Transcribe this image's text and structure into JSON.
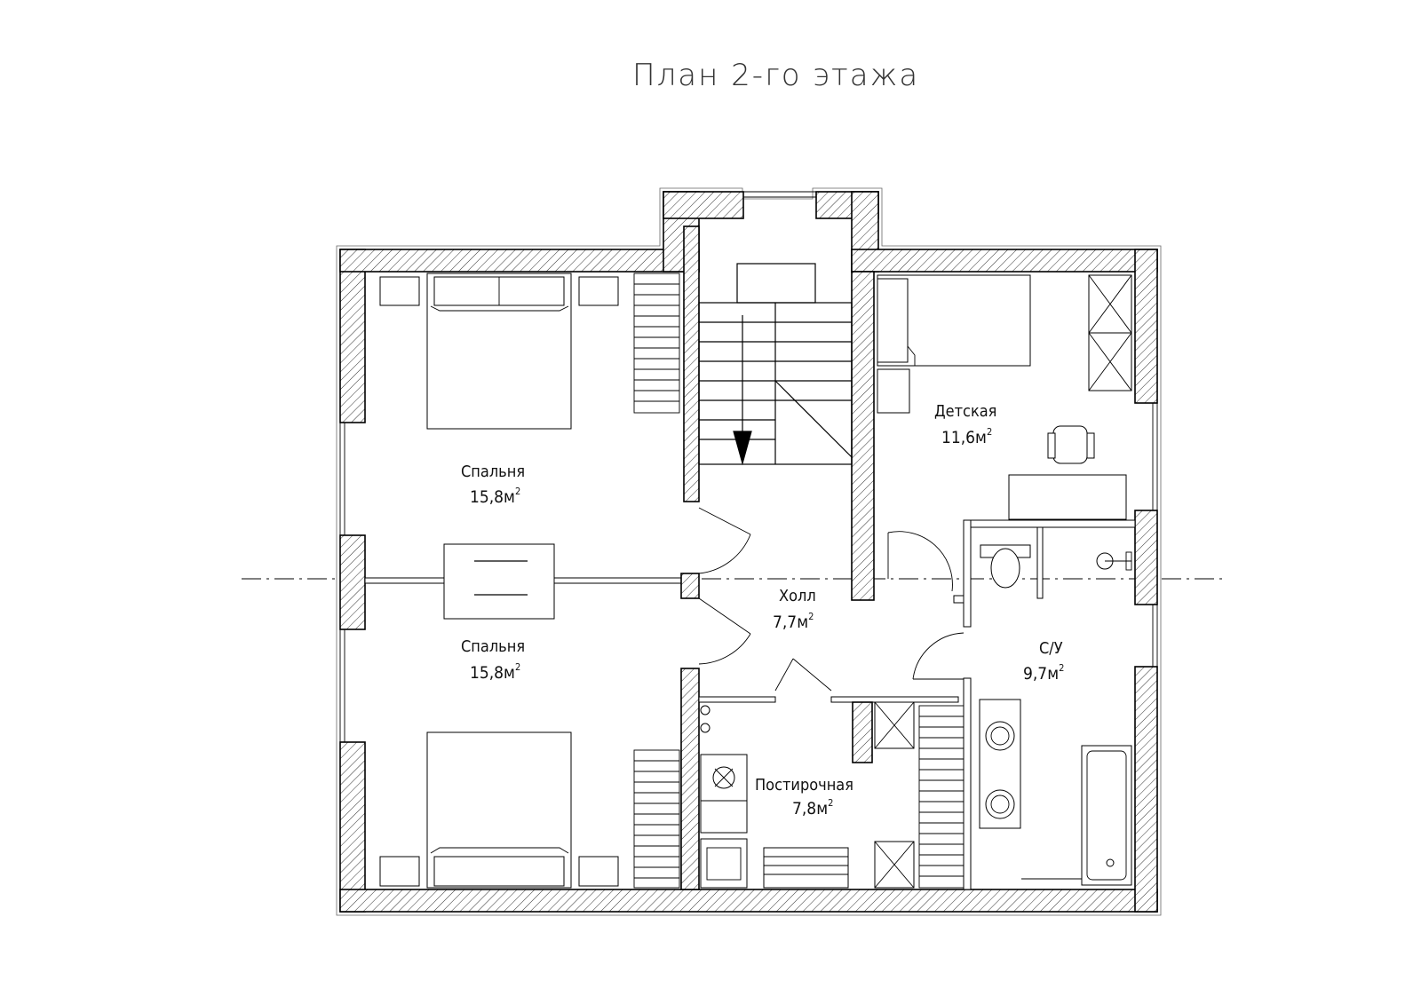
{
  "title": "План 2-го этажа",
  "area_unit": "м",
  "area_unit_power": "2",
  "rooms": [
    {
      "name": "Спальня",
      "area": "15,8"
    },
    {
      "name": "Спальня",
      "area": "15,8"
    },
    {
      "name": "Детская",
      "area": "11,6"
    },
    {
      "name": "Холл",
      "area": "7,7"
    },
    {
      "name": "Постирочная",
      "area": "7,8"
    },
    {
      "name": "С/У",
      "area": "9,7"
    }
  ]
}
